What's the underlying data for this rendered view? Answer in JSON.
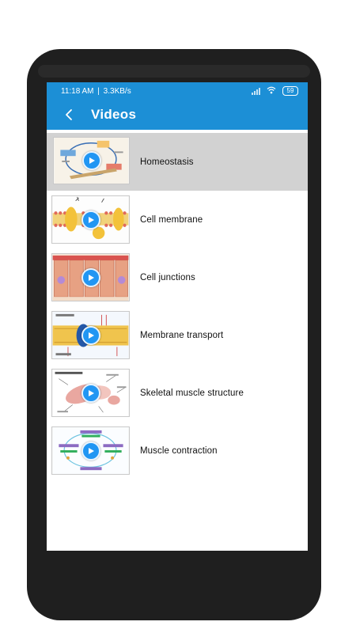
{
  "status_bar": {
    "time": "11:18 AM",
    "network_speed": "3.3KB/s",
    "battery": "59"
  },
  "app_bar": {
    "title": "Videos",
    "back_icon": "arrow-left-icon"
  },
  "colors": {
    "primary": "#1c8fd6",
    "play_button": "#2196f3",
    "selected_row": "#d2d2d2"
  },
  "videos": [
    {
      "title": "Homeostasis",
      "selected": true
    },
    {
      "title": "Cell membrane",
      "selected": false
    },
    {
      "title": "Cell junctions",
      "selected": false
    },
    {
      "title": "Membrane transport",
      "selected": false
    },
    {
      "title": "Skeletal muscle structure",
      "selected": false
    },
    {
      "title": "Muscle contraction",
      "selected": false
    }
  ]
}
